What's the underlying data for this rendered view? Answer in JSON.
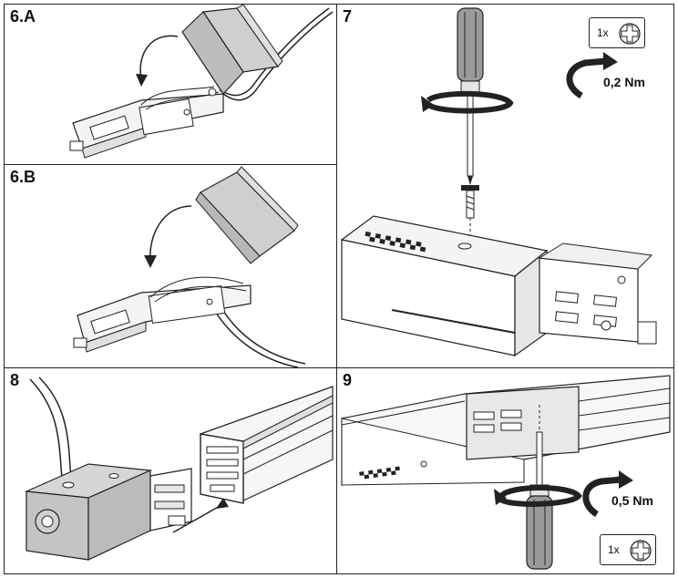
{
  "steps": [
    {
      "id": "6A",
      "label": "6.A"
    },
    {
      "id": "6B",
      "label": "6.B"
    },
    {
      "id": "7",
      "label": "7",
      "qty": "1x",
      "torque": "0,2 Nm"
    },
    {
      "id": "8",
      "label": "8"
    },
    {
      "id": "9",
      "label": "9",
      "qty": "1x",
      "torque": "0,5 Nm"
    }
  ],
  "icons": {
    "screw_head": "phillips-screw-head-icon",
    "rotation": "clockwise-rotation-arrow-icon",
    "screwdriver": "screwdriver-icon"
  },
  "colors": {
    "line": "#222222",
    "grey_cover": "#cfcfcf",
    "light_grey": "#e6e6e6",
    "dark_grey": "#9a9a9a"
  }
}
